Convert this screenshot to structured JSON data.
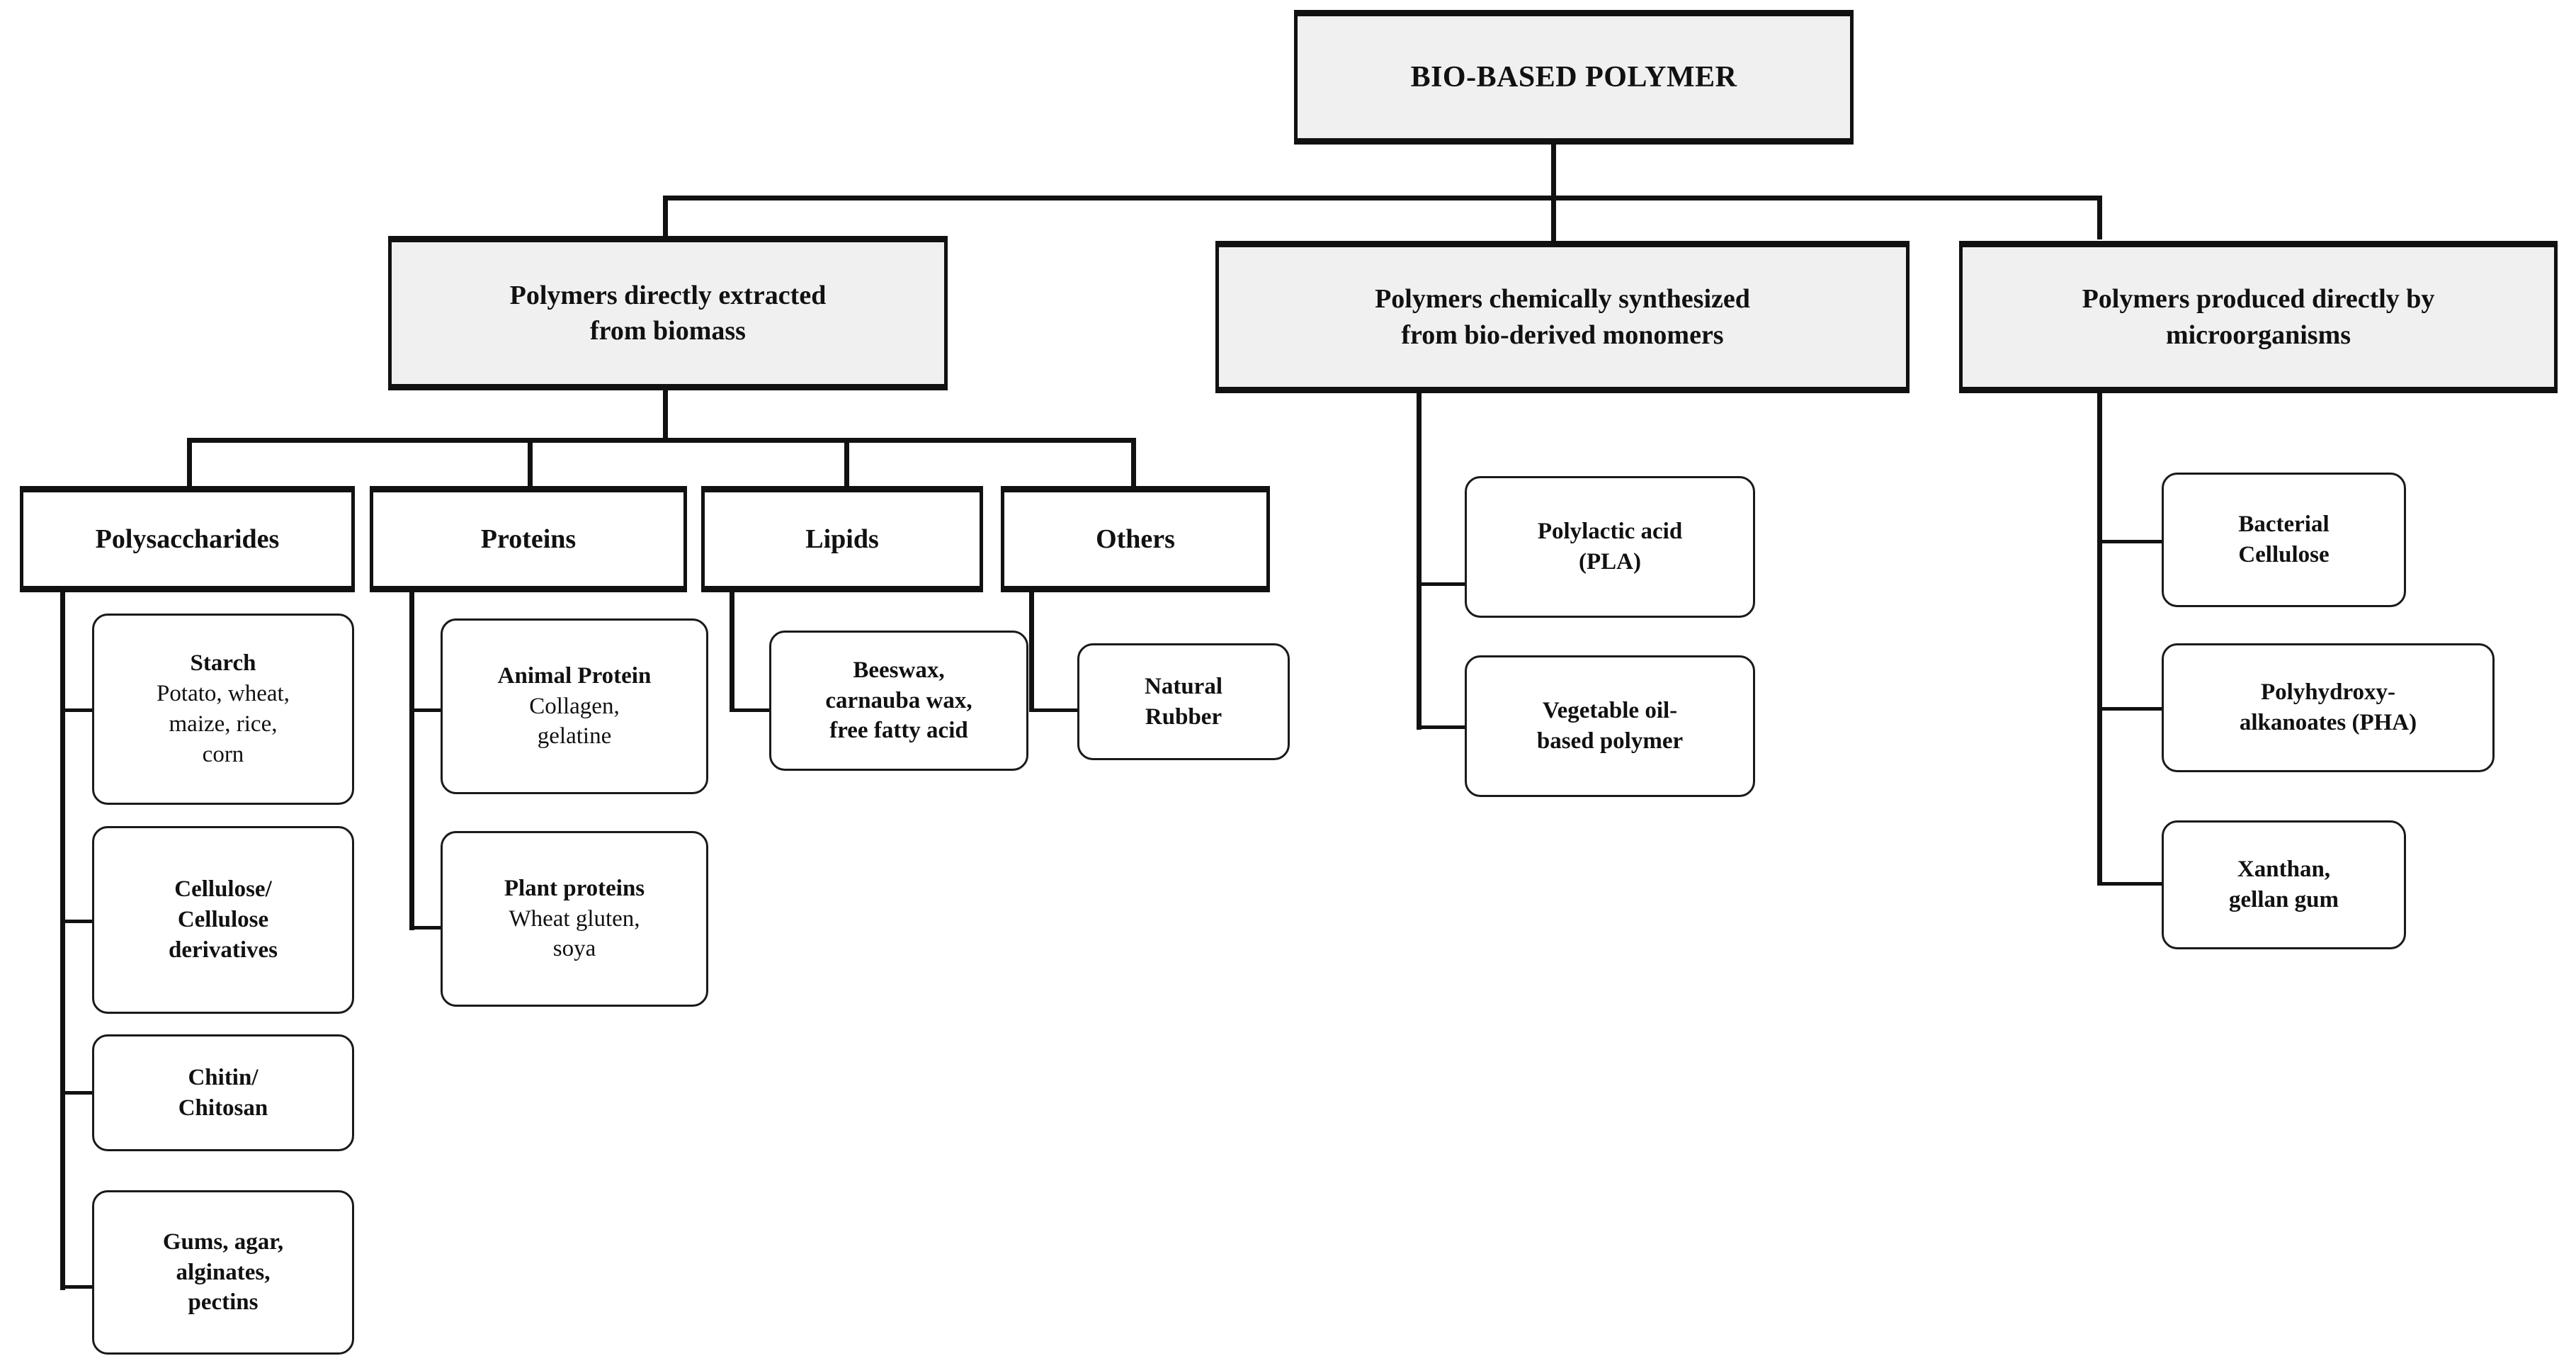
{
  "diagram": {
    "title": "Bio-based polymer classification flowchart",
    "colors": {
      "line": "#111111",
      "node_fill_level0": "#f0f0f0",
      "node_fill_leaf": "#ffffff",
      "text": "#111111"
    },
    "root": {
      "label": "BIO-BASED POLYMER"
    },
    "categories": [
      {
        "id": "extracted",
        "label": "Polymers directly extracted from biomass",
        "subcategories": [
          {
            "id": "polysaccharides",
            "label": "Polysaccharides",
            "items": [
              {
                "heading": "Starch",
                "detail": "Potato, wheat, maize, rice, corn",
                "all_bold": false
              },
              {
                "heading": "Cellulose/ Cellulose derivatives",
                "detail": "",
                "all_bold": true
              },
              {
                "heading": "Chitin/ Chitosan",
                "detail": "",
                "all_bold": true
              },
              {
                "heading": "Gums, agar, alginates, pectins",
                "detail": "",
                "all_bold": true
              }
            ]
          },
          {
            "id": "proteins",
            "label": "Proteins",
            "items": [
              {
                "heading": "Animal Protein",
                "detail": "Collagen, gelatine",
                "all_bold": false
              },
              {
                "heading": "Plant proteins",
                "detail": "Wheat gluten, soya",
                "all_bold": false
              }
            ]
          },
          {
            "id": "lipids",
            "label": "Lipids",
            "items": [
              {
                "heading": "Beeswax, carnauba wax, free fatty acid",
                "detail": "",
                "all_bold": true
              }
            ]
          },
          {
            "id": "others",
            "label": "Others",
            "items": [
              {
                "heading": "Natural Rubber",
                "detail": "",
                "all_bold": true
              }
            ]
          }
        ]
      },
      {
        "id": "synthesized",
        "label": "Polymers chemically synthesized from bio-derived monomers",
        "subcategories": [],
        "items": [
          {
            "heading": "Polylactic acid (PLA)",
            "detail": "",
            "all_bold": true
          },
          {
            "heading": "Vegetable oil-based polymer",
            "detail": "",
            "all_bold": true
          }
        ]
      },
      {
        "id": "microorganisms",
        "label": "Polymers produced directly by microorganisms",
        "subcategories": [],
        "items": [
          {
            "heading": "Bacterial Cellulose",
            "detail": "",
            "all_bold": true
          },
          {
            "heading": "Polyhydroxy-alkanoates (PHA)",
            "detail": "",
            "all_bold": true
          },
          {
            "heading": "Xanthan, gellan gum",
            "detail": "",
            "all_bold": true
          }
        ]
      }
    ]
  },
  "labels": {
    "root": "BIO-BASED POLYMER",
    "cat1_line1": "Polymers directly extracted",
    "cat1_line2": "from biomass",
    "cat2_line1": "Polymers chemically synthesized",
    "cat2_line2": "from bio-derived monomers",
    "cat3_line1": "Polymers produced directly by",
    "cat3_line2": "microorganisms",
    "sub_polysaccharides": "Polysaccharides",
    "sub_proteins": "Proteins",
    "sub_lipids": "Lipids",
    "sub_others": "Others",
    "leaf_starch_hd": "Starch",
    "leaf_starch_l1": "Potato, wheat,",
    "leaf_starch_l2": "maize, rice,",
    "leaf_starch_l3": "corn",
    "leaf_cellulose_l1": "Cellulose/",
    "leaf_cellulose_l2": "Cellulose",
    "leaf_cellulose_l3": "derivatives",
    "leaf_chitin_l1": "Chitin/",
    "leaf_chitin_l2": "Chitosan",
    "leaf_gums_l1": "Gums, agar,",
    "leaf_gums_l2": "alginates,",
    "leaf_gums_l3": "pectins",
    "leaf_animal_hd": "Animal Protein",
    "leaf_animal_l1": "Collagen,",
    "leaf_animal_l2": "gelatine",
    "leaf_plant_hd": "Plant proteins",
    "leaf_plant_l1": "Wheat gluten,",
    "leaf_plant_l2": "soya",
    "leaf_wax_l1": "Beeswax,",
    "leaf_wax_l2": "carnauba wax,",
    "leaf_wax_l3": "free fatty acid",
    "leaf_rubber_l1": "Natural",
    "leaf_rubber_l2": "Rubber",
    "leaf_pla_l1": "Polylactic acid",
    "leaf_pla_l2": "(PLA)",
    "leaf_vegoil_l1": "Vegetable oil-",
    "leaf_vegoil_l2": "based polymer",
    "leaf_baccell_l1": "Bacterial",
    "leaf_baccell_l2": "Cellulose",
    "leaf_pha_l1": "Polyhydroxy-",
    "leaf_pha_l2": "alkanoates (PHA)",
    "leaf_xanthan_l1": "Xanthan,",
    "leaf_xanthan_l2": "gellan gum"
  }
}
